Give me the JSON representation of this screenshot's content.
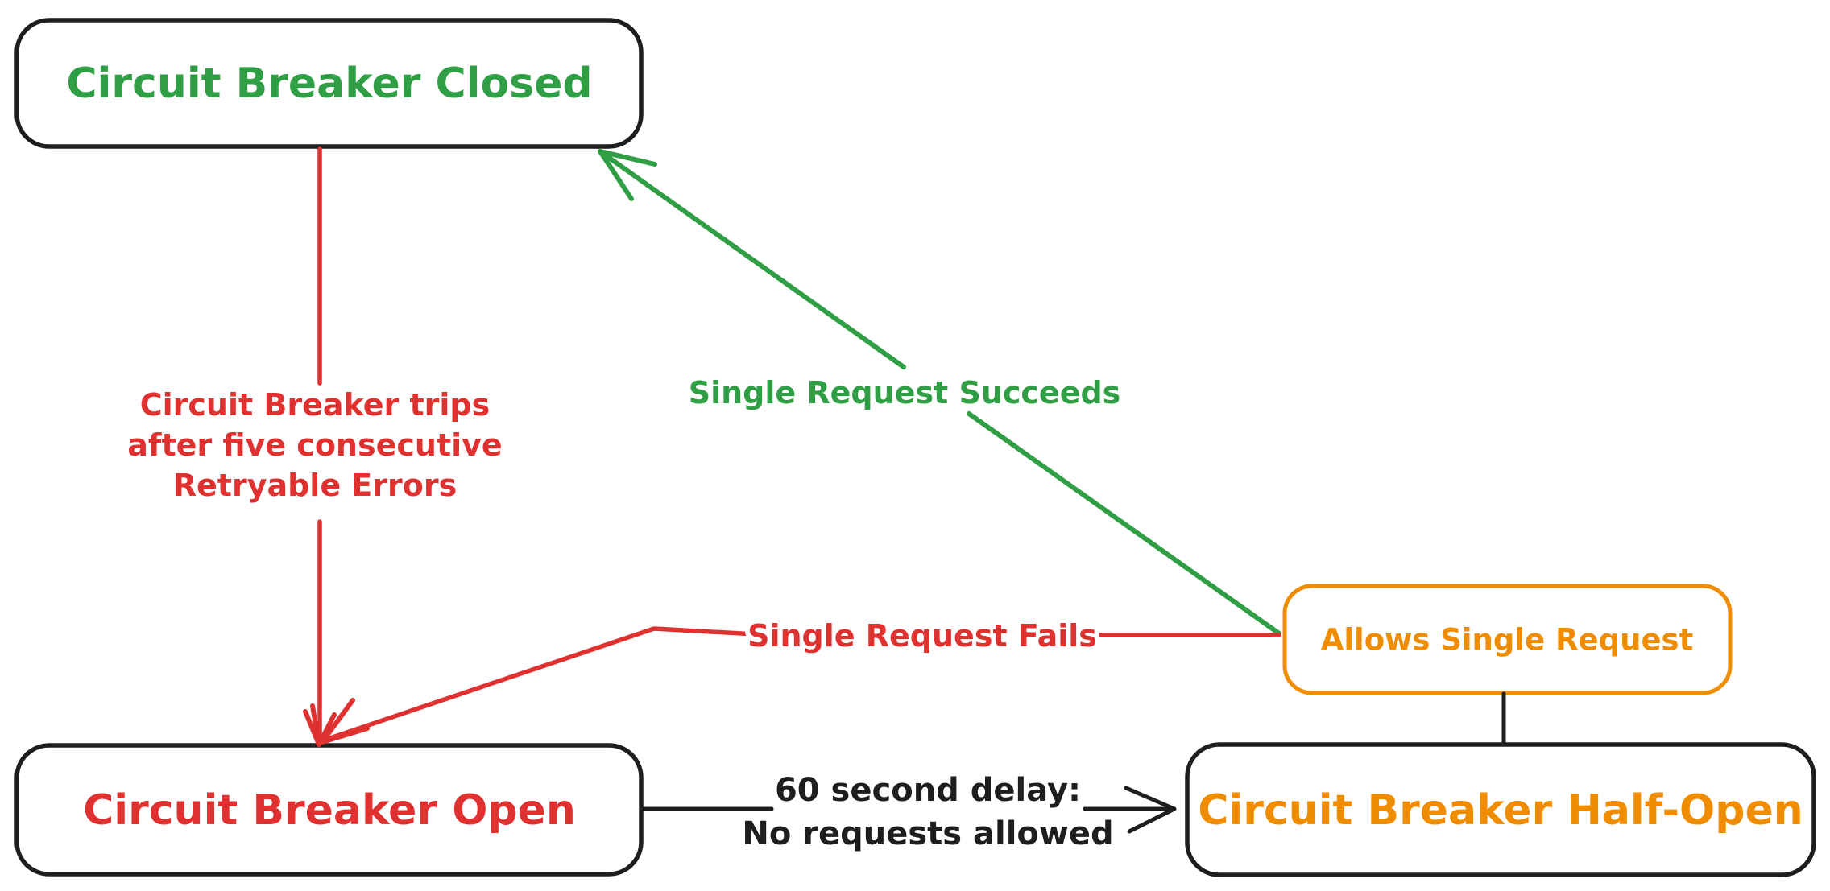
{
  "canvas": {
    "background": "#ffffff"
  },
  "palette": {
    "black": "#1e1e1e",
    "red": "#e03131",
    "green": "#2f9e44",
    "orange": "#f08c00"
  },
  "nodes": {
    "closed": {
      "label": "Circuit Breaker Closed",
      "text_color": "#2f9e44",
      "border_color": "#1e1e1e"
    },
    "open": {
      "label": "Circuit Breaker Open",
      "text_color": "#e03131",
      "border_color": "#1e1e1e"
    },
    "half_open": {
      "label": "Circuit Breaker Half-Open",
      "text_color": "#f08c00",
      "border_color": "#1e1e1e"
    },
    "allows_single_request": {
      "label": "Allows Single Request",
      "text_color": "#f08c00",
      "border_color": "#f08c00"
    }
  },
  "edges": {
    "trips": {
      "from": "closed",
      "to": "open",
      "color": "#e03131",
      "label_lines": [
        "Circuit Breaker trips",
        "after five consecutive",
        "Retryable Errors"
      ]
    },
    "succeeds": {
      "from": "allows_single_request",
      "to": "closed",
      "color": "#2f9e44",
      "label": "Single Request Succeeds"
    },
    "fails": {
      "from": "allows_single_request",
      "to": "open",
      "color": "#e03131",
      "label": "Single Request Fails"
    },
    "delay": {
      "from": "open",
      "to": "half_open",
      "color": "#1e1e1e",
      "label_lines": [
        "60 second delay:",
        "No requests allowed"
      ]
    },
    "half_open_link": {
      "from": "allows_single_request",
      "to": "half_open",
      "color": "#1e1e1e"
    }
  }
}
